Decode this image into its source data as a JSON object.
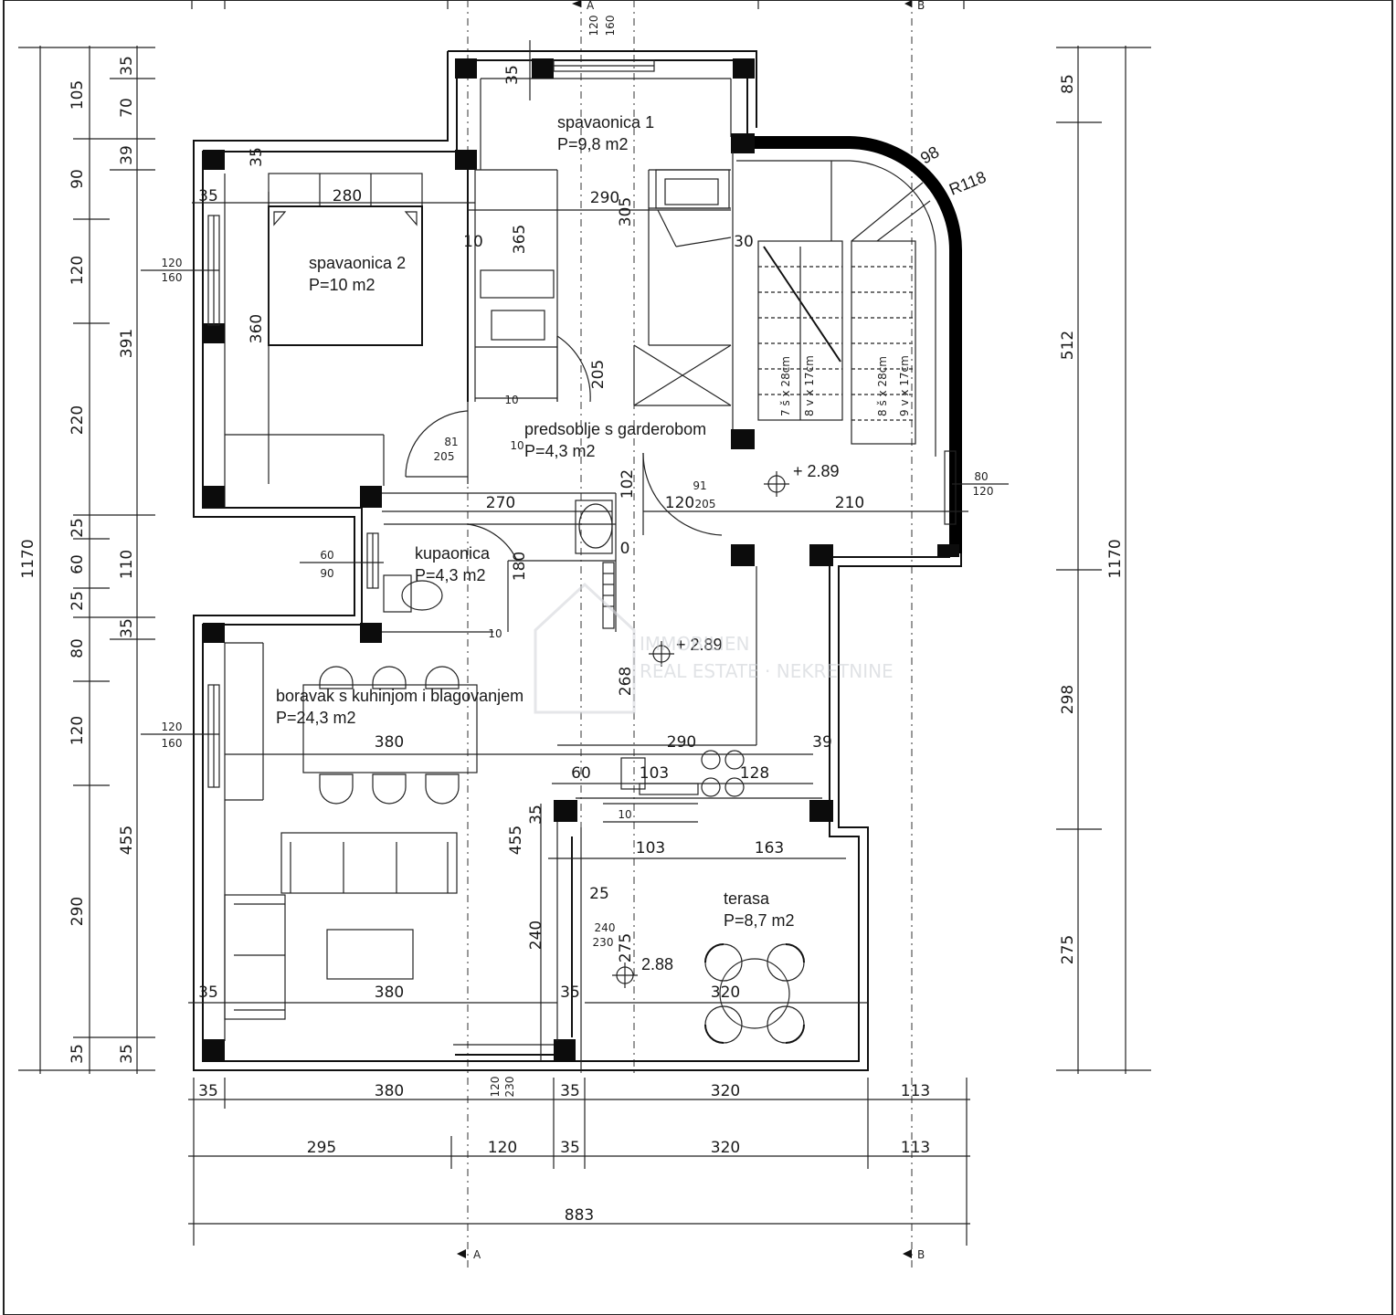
{
  "rooms": {
    "spavaonica1": {
      "name": "spavaonica 1",
      "area": "P=9,8 m2"
    },
    "spavaonica2": {
      "name": "spavaonica 2",
      "area": "P=10 m2"
    },
    "predsoblje": {
      "name": "predsoblje s garderobom",
      "area": "P=4,3 m2"
    },
    "kupaonica": {
      "name": "kupaonica",
      "area": "P=4,3 m2"
    },
    "boravak": {
      "name": "boravak s kuhinjom i blagovanjem",
      "area": "P=24,3 m2"
    },
    "terasa": {
      "name": "terasa",
      "area": "P=8,7 m2"
    }
  },
  "levels": {
    "stair": "+ 2.89",
    "living": "+ 2.89",
    "terrace": "2.88"
  },
  "stairs": {
    "radius_outer": "R118",
    "radius_inner": "98",
    "flight_left": [
      "7 š x 28cm",
      "8 v x 17cm"
    ],
    "flight_right": [
      "8 š x 28cm",
      "9 v x 17cm"
    ]
  },
  "sections": {
    "a": "A",
    "b": "B"
  },
  "dims": {
    "left_outer": [
      "105",
      "90",
      "120",
      "220",
      "60",
      "80",
      "120",
      "290",
      "35"
    ],
    "left_outer_small": [
      "35",
      "70",
      "39",
      "25",
      "25",
      "35"
    ],
    "left_mid": [
      "391",
      "110",
      "455",
      "35"
    ],
    "left_total": "1170",
    "right_inner": [
      "85",
      "512",
      "298",
      "275"
    ],
    "right_total": "1170",
    "bottom_row1": [
      "35",
      "380",
      "35",
      "320",
      "113"
    ],
    "bottom_row2": [
      "295",
      "120",
      "35",
      "320",
      "113"
    ],
    "bottom_total": "883",
    "interior": {
      "d35a": "35",
      "d280": "280",
      "d290": "290",
      "d305": "305",
      "d365": "365",
      "d360": "360",
      "d10a": "10",
      "d10b": "10",
      "d10c": "10",
      "d10d": "10",
      "d30": "30",
      "d205": "205",
      "d81": "81",
      "d205b": "205",
      "d270": "270",
      "d180": "180",
      "d102": "102",
      "d91": "91",
      "d120": "120",
      "d205c": "205",
      "d210": "210",
      "d80": "80",
      "d120b": "120",
      "d0": "0",
      "d268": "268",
      "d290b": "290",
      "d39": "39",
      "d380": "380",
      "d60": "60",
      "d103": "103",
      "d128": "128",
      "d35b": "35",
      "d455": "455",
      "d103b": "103",
      "d163": "163",
      "d25": "25",
      "d240": "240",
      "d240b": "240",
      "d230": "230",
      "d275": "275",
      "d320": "320",
      "d35c": "35",
      "d380b": "380",
      "d35d": "35",
      "d10e": "10",
      "d120c": "120",
      "d230b": "230",
      "d35e": "35",
      "d120top": "120",
      "d160top": "160"
    },
    "windows": {
      "w1": [
        "120",
        "160"
      ],
      "w2": [
        "60",
        "90"
      ],
      "w3": [
        "120",
        "160"
      ],
      "w4": [
        "80",
        "120"
      ]
    }
  },
  "watermark": {
    "line1": "IMMOBILIEN",
    "line2": "REAL ESTATE · NEKRETNINE"
  }
}
